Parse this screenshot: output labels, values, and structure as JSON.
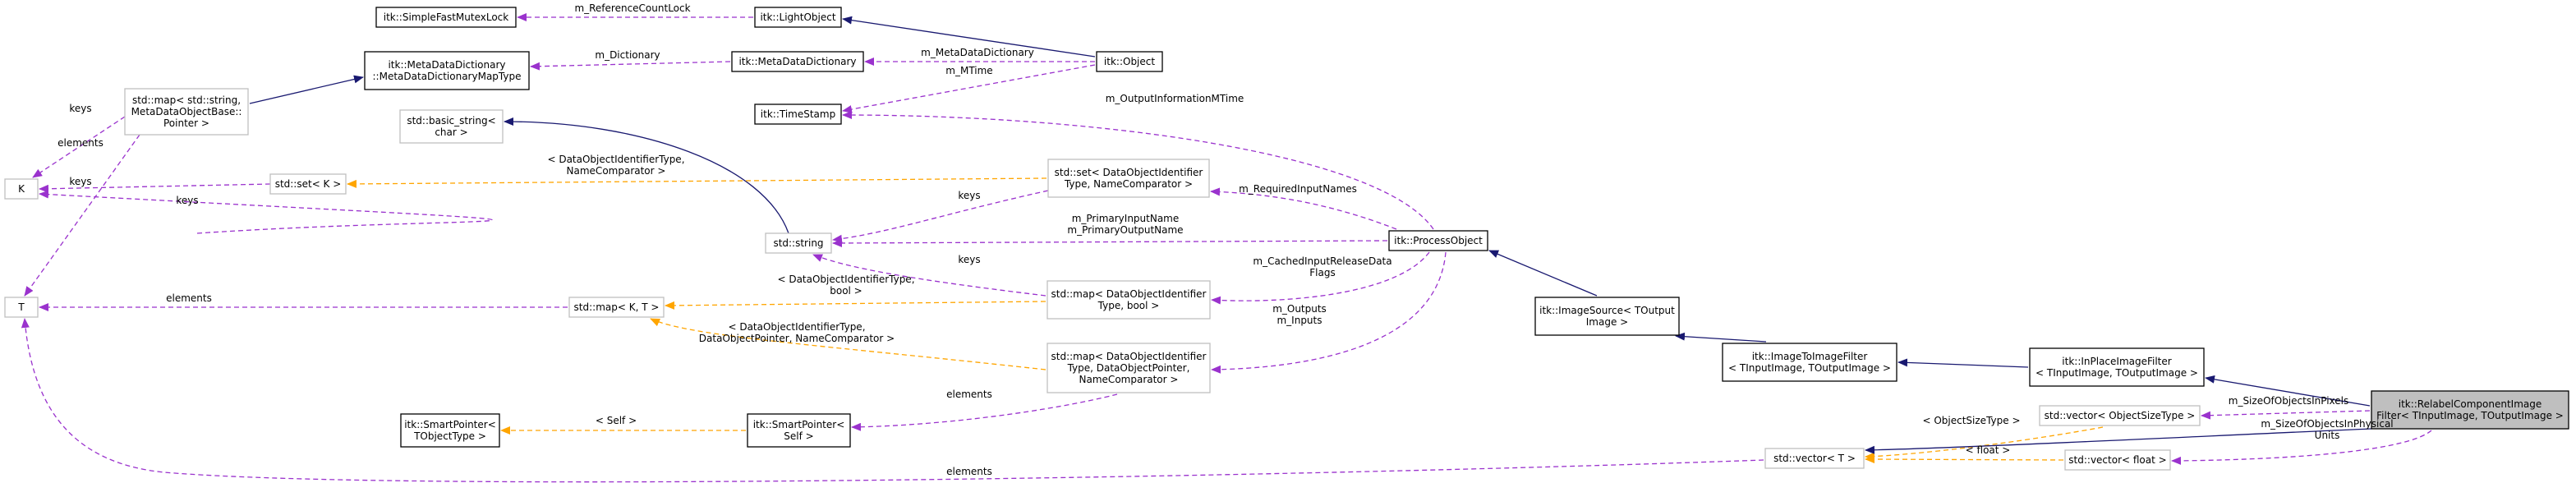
{
  "diagram": {
    "nodes": [
      {
        "id": "lightobject",
        "lines": [
          "itk::LightObject"
        ],
        "style": "solid"
      },
      {
        "id": "fastmutex",
        "lines": [
          "itk::SimpleFastMutexLock"
        ],
        "style": "solid"
      },
      {
        "id": "object",
        "lines": [
          "itk::Object"
        ],
        "style": "solid"
      },
      {
        "id": "metadatadict",
        "lines": [
          "itk::MetaDataDictionary"
        ],
        "style": "solid"
      },
      {
        "id": "mddmaptype",
        "lines": [
          "itk::MetaDataDictionary",
          "::MetaDataDictionaryMapType"
        ],
        "style": "solid"
      },
      {
        "id": "timestamp",
        "lines": [
          "itk::TimeStamp"
        ],
        "style": "solid"
      },
      {
        "id": "mapstring",
        "lines": [
          "std::map< std::string,",
          "MetaDataObjectBase::",
          "Pointer >"
        ],
        "style": "gray"
      },
      {
        "id": "basicstring",
        "lines": [
          "std::basic_string<",
          "char >"
        ],
        "style": "gray"
      },
      {
        "id": "K",
        "lines": [
          "K"
        ],
        "style": "gray"
      },
      {
        "id": "setK",
        "lines": [
          "std::set< K >"
        ],
        "style": "gray"
      },
      {
        "id": "setdoid",
        "lines": [
          "std::set< DataObjectIdentifier",
          "Type, NameComparator >"
        ],
        "style": "gray"
      },
      {
        "id": "stdstring",
        "lines": [
          "std::string"
        ],
        "style": "gray"
      },
      {
        "id": "processobject",
        "lines": [
          "itk::ProcessObject"
        ],
        "style": "solid"
      },
      {
        "id": "T",
        "lines": [
          "T"
        ],
        "style": "gray"
      },
      {
        "id": "mapKT",
        "lines": [
          "std::map< K, T >"
        ],
        "style": "gray"
      },
      {
        "id": "mapdoidbool",
        "lines": [
          "std::map< DataObjectIdentifier",
          "Type, bool >"
        ],
        "style": "gray"
      },
      {
        "id": "mapdoidptr",
        "lines": [
          "std::map< DataObjectIdentifier",
          "Type, DataObjectPointer,",
          "NameComparator >"
        ],
        "style": "gray"
      },
      {
        "id": "imagesource",
        "lines": [
          "itk::ImageSource< TOutput",
          "Image >"
        ],
        "style": "solid"
      },
      {
        "id": "imagetoimage",
        "lines": [
          "itk::ImageToImageFilter",
          "< TInputImage, TOutputImage >"
        ],
        "style": "solid"
      },
      {
        "id": "inplace",
        "lines": [
          "itk::InPlaceImageFilter",
          "< TInputImage, TOutputImage >"
        ],
        "style": "solid"
      },
      {
        "id": "relabel",
        "lines": [
          "itk::RelabelComponentImage",
          "Filter< TInputImage, TOutputImage >"
        ],
        "style": "hl"
      },
      {
        "id": "smartptrobj",
        "lines": [
          "itk::SmartPointer<",
          "TObjectType >"
        ],
        "style": "solid"
      },
      {
        "id": "smartptrself",
        "lines": [
          "itk::SmartPointer<",
          "Self >"
        ],
        "style": "solid"
      },
      {
        "id": "vecsizetype",
        "lines": [
          "std::vector< ObjectSizeType >"
        ],
        "style": "gray"
      },
      {
        "id": "vecT",
        "lines": [
          "std::vector< T >"
        ],
        "style": "gray"
      },
      {
        "id": "vecfloat",
        "lines": [
          "std::vector< float >"
        ],
        "style": "gray"
      }
    ],
    "edges": [
      {
        "id": "e1",
        "lines": [
          "m_ReferenceCountLock"
        ],
        "kind": "member"
      },
      {
        "id": "e2",
        "lines": [],
        "kind": "inherit"
      },
      {
        "id": "e3",
        "lines": [
          "m_Dictionary"
        ],
        "kind": "member"
      },
      {
        "id": "e4",
        "lines": [
          "m_MetaDataDictionary"
        ],
        "kind": "member"
      },
      {
        "id": "e5",
        "lines": [
          "m_MTime"
        ],
        "kind": "member"
      },
      {
        "id": "e6",
        "lines": [
          "m_OutputInformationMTime"
        ],
        "kind": "member"
      },
      {
        "id": "e7",
        "lines": [],
        "kind": "inherit"
      },
      {
        "id": "e8",
        "lines": [
          "keys"
        ],
        "kind": "member"
      },
      {
        "id": "e9",
        "lines": [
          "elements"
        ],
        "kind": "member"
      },
      {
        "id": "e10",
        "lines": [],
        "kind": "inherit"
      },
      {
        "id": "e11",
        "lines": [
          "keys"
        ],
        "kind": "member"
      },
      {
        "id": "e12",
        "lines": [
          "< DataObjectIdentifierType,",
          "NameComparator >"
        ],
        "kind": "template"
      },
      {
        "id": "e13",
        "lines": [
          "keys"
        ],
        "kind": "member"
      },
      {
        "id": "e14",
        "lines": [
          "keys"
        ],
        "kind": "member"
      },
      {
        "id": "e15",
        "lines": [
          "m_RequiredInputNames"
        ],
        "kind": "member"
      },
      {
        "id": "e16",
        "lines": [
          "m_PrimaryInputName",
          "m_PrimaryOutputName"
        ],
        "kind": "member"
      },
      {
        "id": "e17",
        "lines": [
          "elements"
        ],
        "kind": "member"
      },
      {
        "id": "e18",
        "lines": [
          "< DataObjectIdentifierType,",
          "bool >"
        ],
        "kind": "template"
      },
      {
        "id": "e19",
        "lines": [
          "< DataObjectIdentifierType,",
          "DataObjectPointer, NameComparator >"
        ],
        "kind": "template"
      },
      {
        "id": "e20",
        "lines": [
          "keys"
        ],
        "kind": "member"
      },
      {
        "id": "e21",
        "lines": [
          "m_CachedInputReleaseData",
          "Flags"
        ],
        "kind": "member"
      },
      {
        "id": "e22",
        "lines": [
          "m_Outputs",
          "m_Inputs"
        ],
        "kind": "member"
      },
      {
        "id": "e23",
        "lines": [],
        "kind": "inherit"
      },
      {
        "id": "e24",
        "lines": [],
        "kind": "inherit"
      },
      {
        "id": "e25",
        "lines": [],
        "kind": "inherit"
      },
      {
        "id": "e26",
        "lines": [],
        "kind": "inherit"
      },
      {
        "id": "e27",
        "lines": [
          "< Self >"
        ],
        "kind": "template"
      },
      {
        "id": "e28",
        "lines": [
          "elements"
        ],
        "kind": "member"
      },
      {
        "id": "e29",
        "lines": [
          "m_SizeOfObjectsInPixels"
        ],
        "kind": "member"
      },
      {
        "id": "e30",
        "lines": [
          "m_SizeOfObjectsInPhysical",
          "Units"
        ],
        "kind": "member"
      },
      {
        "id": "e31",
        "lines": [
          "< ObjectSizeType >"
        ],
        "kind": "template"
      },
      {
        "id": "e32",
        "lines": [
          "< float >"
        ],
        "kind": "template"
      },
      {
        "id": "e33",
        "lines": [],
        "kind": "inherit"
      },
      {
        "id": "e34",
        "lines": [
          "elements"
        ],
        "kind": "member"
      }
    ]
  }
}
